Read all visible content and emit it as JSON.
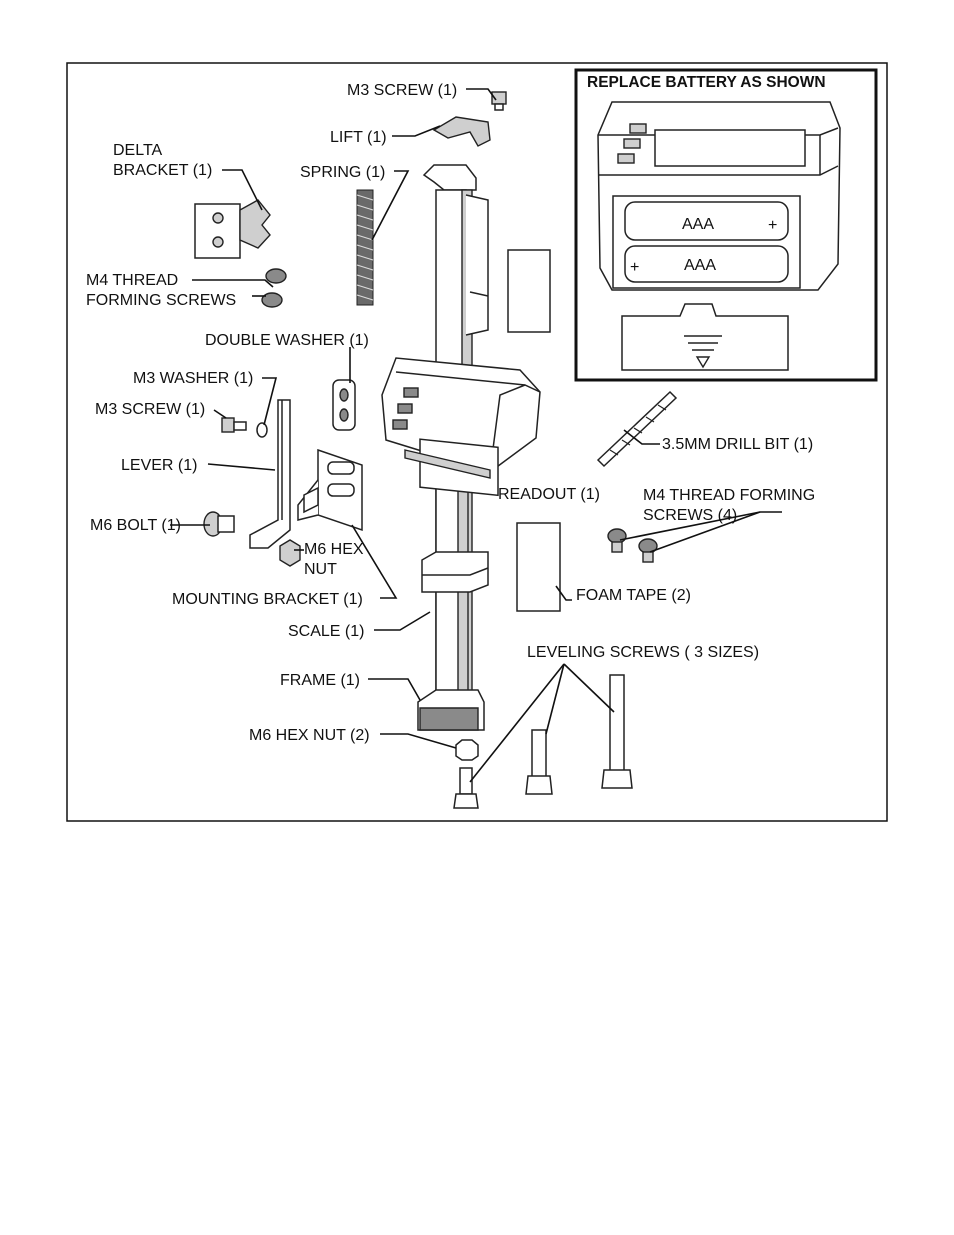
{
  "battery_panel": {
    "title": "REPLACE BATTERY AS SHOWN",
    "battery_top_label": "AAA",
    "battery_top_polarity": "+",
    "battery_bottom_label": "AAA",
    "battery_bottom_polarity": "+"
  },
  "labels": {
    "m3_screw_top": "M3 SCREW (1)",
    "lift": "LIFT (1)",
    "delta_bracket_line1": "DELTA",
    "delta_bracket_line2": "BRACKET (1)",
    "spring": "SPRING (1)",
    "m4_thread_line1": "M4 THREAD",
    "m4_thread_line2": "FORMING  SCREWS",
    "double_washer": "DOUBLE WASHER (1)",
    "m3_washer": "M3 WASHER (1)",
    "m3_screw_left": "M3 SCREW (1)",
    "lever": "LEVER (1)",
    "m6_bolt": "M6 BOLT (1)",
    "m6_hex_nut_line1": "M6 HEX",
    "m6_hex_nut_line2": "NUT",
    "mounting_bracket": "MOUNTING BRACKET (1)",
    "scale": "SCALE (1)",
    "frame": "FRAME (1)",
    "m6_hex_nut_2": "M6 HEX NUT (2)",
    "readout": "READOUT (1)",
    "drill_bit": "3.5MM DRILL BIT (1)",
    "m4_screws4_line1": "M4 THREAD FORMING",
    "m4_screws4_line2": "SCREWS (4)",
    "foam_tape": "FOAM TAPE (2)",
    "leveling_screws": "LEVELING SCREWS ( 3 SIZES)"
  }
}
